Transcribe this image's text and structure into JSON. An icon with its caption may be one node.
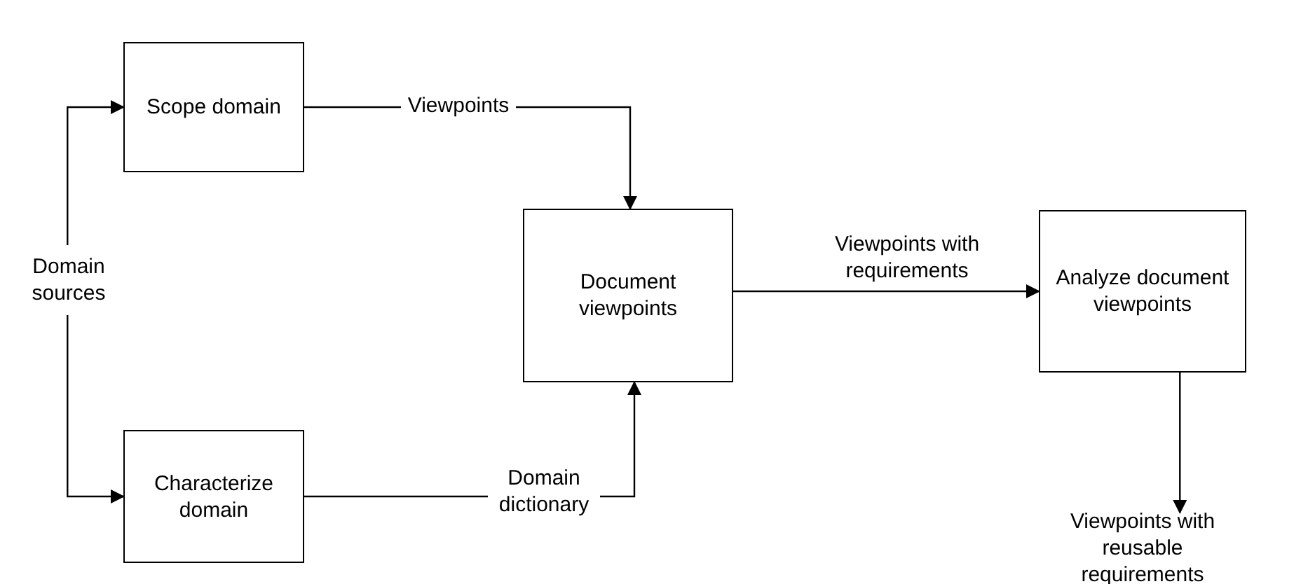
{
  "diagram": {
    "nodes": [
      {
        "text": [
          "Scope domain"
        ]
      },
      {
        "text": [
          "Characterize domain"
        ]
      },
      {
        "text": [
          "Document viewpoints"
        ]
      },
      {
        "text": [
          "Analyze document viewpoints"
        ]
      },
      {
        "text": [
          "Domain sources"
        ]
      },
      {
        "text": [
          "Viewpoints with reusable requirements"
        ]
      }
    ],
    "edges": [
      {
        "from": 4,
        "to": 0,
        "arrow": "to"
      },
      {
        "from": 4,
        "to": 1,
        "arrow": "to"
      },
      {
        "from": 0,
        "to": 2,
        "arrow": "to",
        "label": "Viewpoints"
      },
      {
        "from": 1,
        "to": 2,
        "arrow": "to",
        "label": "Domain dictionary"
      },
      {
        "from": 2,
        "to": 3,
        "arrow": "to",
        "label": "Viewpoints with requirements"
      },
      {
        "from": 3,
        "to": 5,
        "arrow": "to"
      }
    ]
  }
}
